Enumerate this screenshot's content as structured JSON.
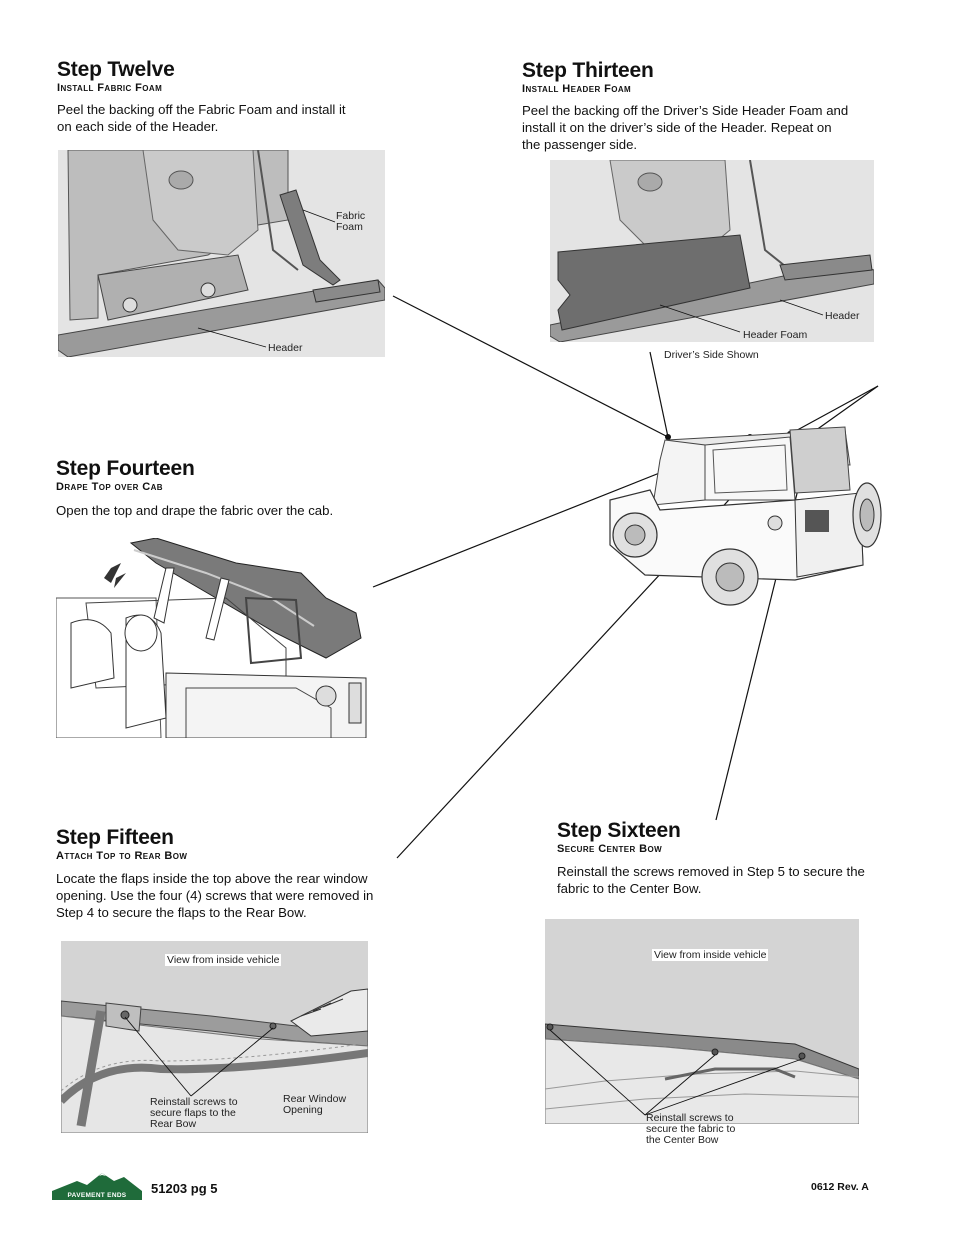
{
  "steps": {
    "twelve": {
      "title": "Step Twelve",
      "subtitle": "Install Fabric Foam",
      "text": "Peel the backing off the Fabric Foam and install it on each side of the Header.",
      "labels": {
        "fabric_foam_1": "Fabric",
        "fabric_foam_2": "Foam",
        "header": "Header"
      }
    },
    "thirteen": {
      "title": "Step Thirteen",
      "subtitle": "Install Header Foam",
      "text": "Peel the backing off the Driver’s Side Header Foam and install it on the driver’s side of the Header. Repeat on the passenger side.",
      "labels": {
        "header": "Header",
        "header_foam": "Header Foam",
        "drivers_side": "Driver’s Side Shown"
      }
    },
    "fourteen": {
      "title": "Step Fourteen",
      "subtitle": "Drape Top over Cab",
      "text": "Open the top and drape the fabric over the cab."
    },
    "fifteen": {
      "title": "Step Fifteen",
      "subtitle": "Attach Top to Rear Bow",
      "text": "Locate the flaps inside the top above the rear window opening. Use the four (4) screws that were removed in Step 4 to secure the flaps to the  Rear Bow.",
      "labels": {
        "view": "View from inside vehicle",
        "screws_1": "Reinstall screws to",
        "screws_2": "secure flaps to the",
        "screws_3": "Rear Bow",
        "window_1": "Rear Window",
        "window_2": "Opening"
      }
    },
    "sixteen": {
      "title": "Step Sixteen",
      "subtitle": "Secure Center Bow",
      "text": "Reinstall the screws removed in Step 5 to secure the fabric to the Center Bow.",
      "labels": {
        "view": "View from inside vehicle",
        "screws_1": "Reinstall screws to",
        "screws_2": "secure the fabric to",
        "screws_3": "the Center Bow"
      }
    }
  },
  "footer": {
    "logo_text": "PAVEMENT ENDS",
    "part_page": "51203  pg 5",
    "revision": "0612  Rev. A"
  },
  "colors": {
    "logo_green": "#1f6b3a",
    "panel_gray": "#d4d4d4",
    "line": "#111111"
  }
}
